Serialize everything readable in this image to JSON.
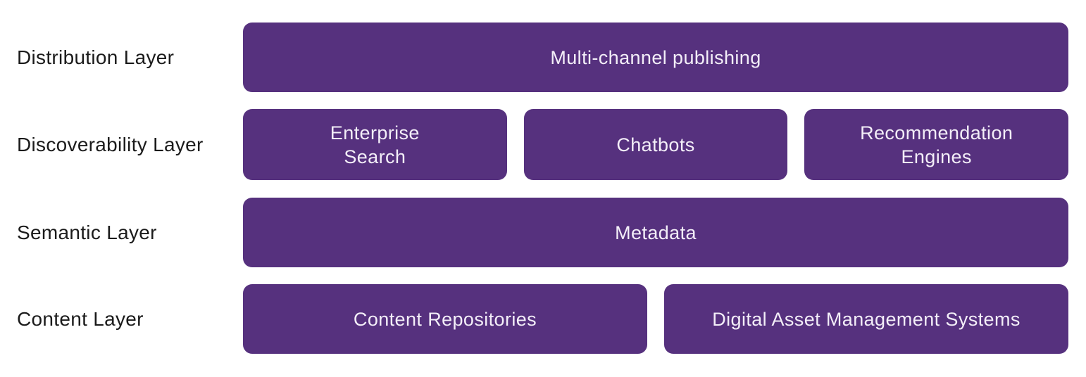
{
  "colors": {
    "background": "#ffffff",
    "box_background": "#56317e",
    "box_text": "#f3eef8",
    "label_text": "#1b1b1b"
  },
  "layers": [
    {
      "label": "Distribution Layer",
      "boxes": [
        {
          "label": "Multi-channel publishing"
        }
      ]
    },
    {
      "label": "Discoverability Layer",
      "boxes": [
        {
          "label": "Enterprise\nSearch"
        },
        {
          "label": "Chatbots"
        },
        {
          "label": "Recommendation\nEngines"
        }
      ]
    },
    {
      "label": "Semantic Layer",
      "boxes": [
        {
          "label": "Metadata"
        }
      ]
    },
    {
      "label": "Content Layer",
      "boxes": [
        {
          "label": "Content Repositories"
        },
        {
          "label": "Digital Asset Management Systems"
        }
      ]
    }
  ]
}
